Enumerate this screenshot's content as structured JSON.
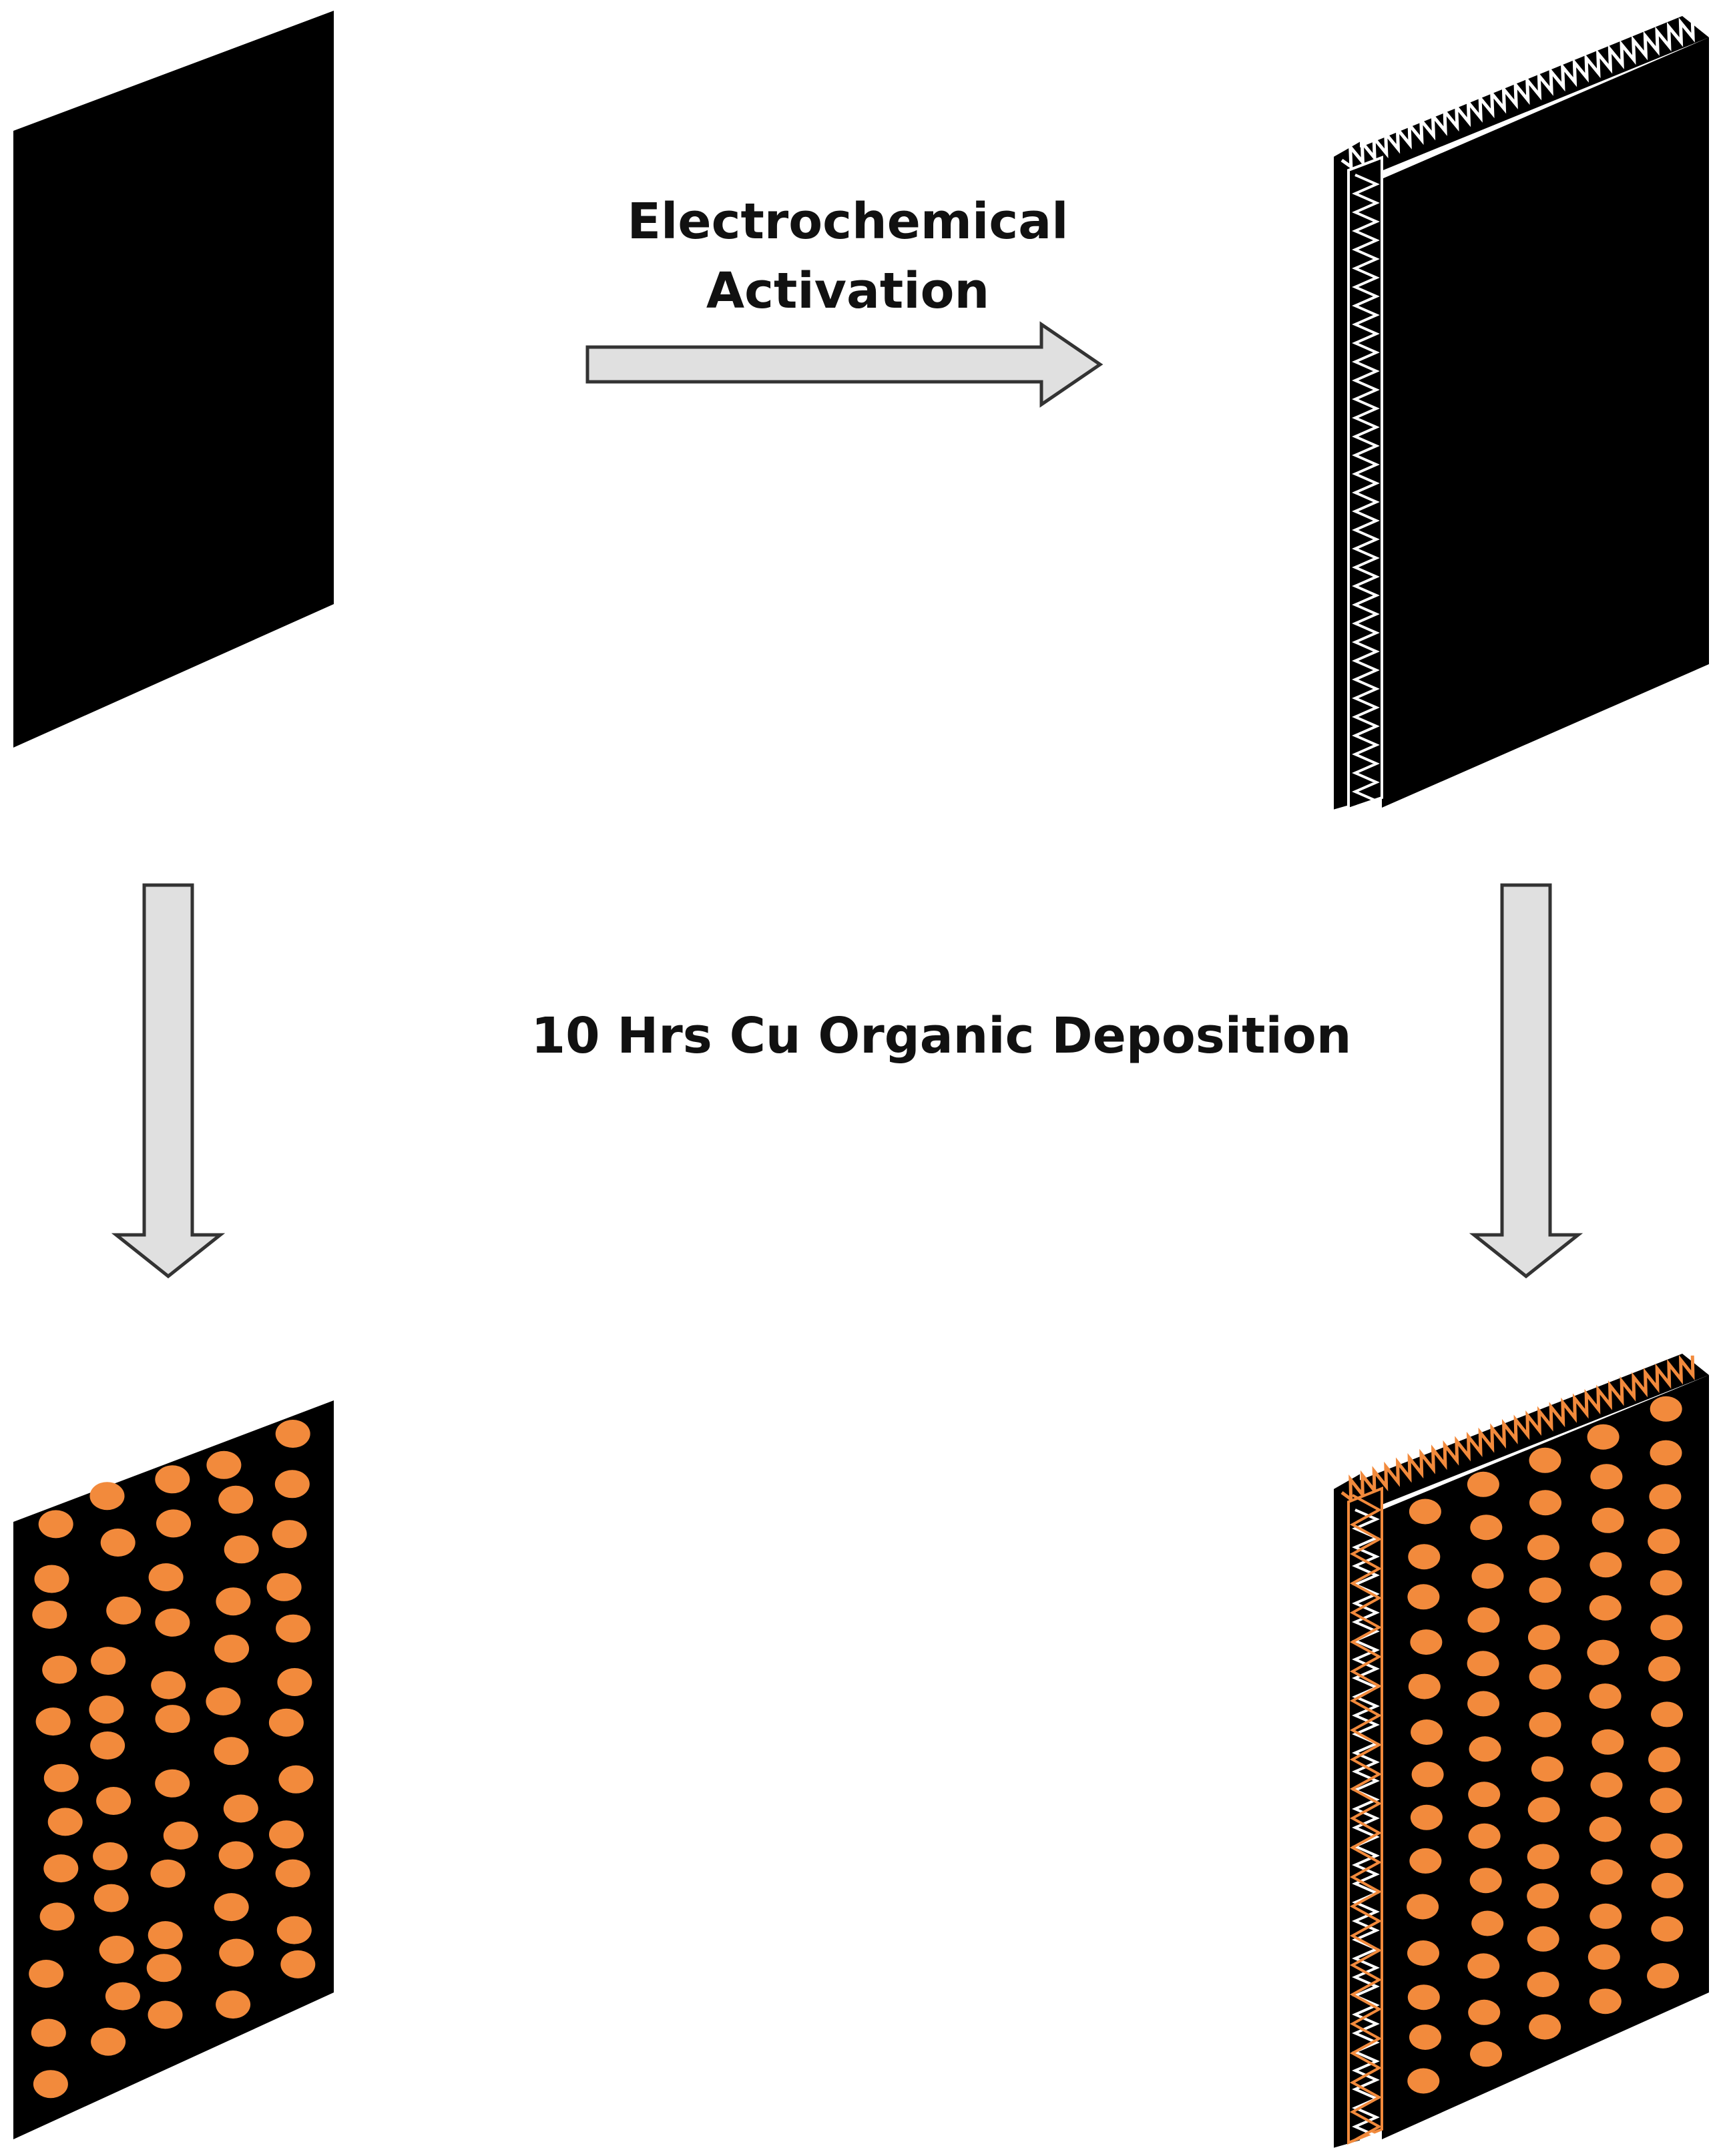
{
  "labels": {
    "activation_line1": "Electrochemical",
    "activation_line2": "Activation",
    "deposition": "10 Hrs Cu Organic Deposition"
  },
  "colors": {
    "plate": "#000000",
    "copper_dot": "#f28a3c",
    "arrow_fill": "#e0e0e0",
    "arrow_stroke": "#333333",
    "activated_edge": "#ffffff",
    "copper_edge": "#f28a3c"
  },
  "panels": [
    {
      "name": "plain-plate",
      "state": "untreated"
    },
    {
      "name": "activated-plate",
      "state": "electrochemically activated"
    },
    {
      "name": "plain-plate-cu-deposited",
      "state": "untreated + Cu organic deposit"
    },
    {
      "name": "activated-plate-cu-deposited",
      "state": "activated + Cu organic deposit"
    }
  ]
}
